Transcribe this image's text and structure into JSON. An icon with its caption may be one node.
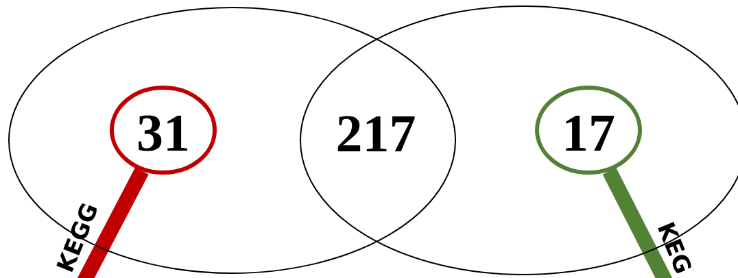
{
  "diagram": {
    "nodes": [
      {
        "text": [],
        "shape": "ellipse"
      },
      {
        "text": [],
        "shape": "ellipse"
      },
      {
        "text": [
          "31"
        ],
        "in": 0,
        "beside": [
          "KEGG"
        ]
      },
      {
        "text": [
          "17"
        ],
        "in": 1,
        "beside": [
          "KEG"
        ]
      }
    ],
    "edges": [
      {
        "from": 2,
        "to": null,
        "arrow": "none",
        "color": "#c00000"
      },
      {
        "from": 3,
        "to": null,
        "arrow": "none",
        "color": "#538135"
      }
    ],
    "labels": [
      "217"
    ]
  }
}
